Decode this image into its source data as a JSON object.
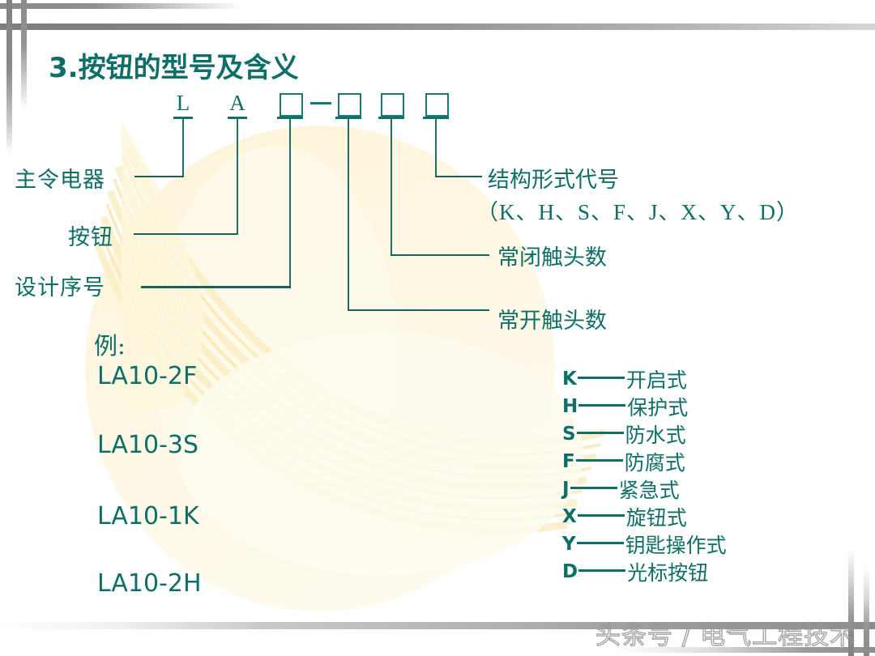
{
  "slide": {
    "title": "3.按钮的型号及含义",
    "watermark": "头条号 / 电气工程技术"
  },
  "model_code": {
    "symbols": [
      "L",
      "A",
      "□",
      "−",
      "□",
      "□",
      "□"
    ],
    "letter_l": "L",
    "letter_a": "A",
    "dash": "−"
  },
  "callouts_left": [
    {
      "label": "主令电器",
      "target": "L"
    },
    {
      "label": "按钮",
      "target": "A"
    },
    {
      "label": "设计序号",
      "target": "box1"
    }
  ],
  "callouts_right": [
    {
      "label": "结构形式代号",
      "sublabel": "（K、H、S、F、J、X、Y、D）",
      "target": "box4"
    },
    {
      "label": "常闭触头数",
      "sublabel": "",
      "target": "box3"
    },
    {
      "label": "常开触头数",
      "sublabel": "",
      "target": "box2"
    }
  ],
  "examples": {
    "heading": "例:",
    "items": [
      "LA10-2F",
      "LA10-3S",
      "LA10-1K",
      "LA10-2H"
    ]
  },
  "legend": [
    {
      "key": "K",
      "value": "开启式"
    },
    {
      "key": "H",
      "value": "保护式"
    },
    {
      "key": "S",
      "value": "防水式"
    },
    {
      "key": "F",
      "value": "防腐式"
    },
    {
      "key": "J",
      "value": "紧急式"
    },
    {
      "key": "X",
      "value": "旋钮式"
    },
    {
      "key": "Y",
      "value": "钥匙操作式"
    },
    {
      "key": "D",
      "value": "光标按钮"
    }
  ],
  "colors": {
    "teal": "#0d6f67",
    "teal_line": "#16635c",
    "cream": "#fdf5dd",
    "gray_bar": "#8b8b8b",
    "background": "#ffffff"
  }
}
